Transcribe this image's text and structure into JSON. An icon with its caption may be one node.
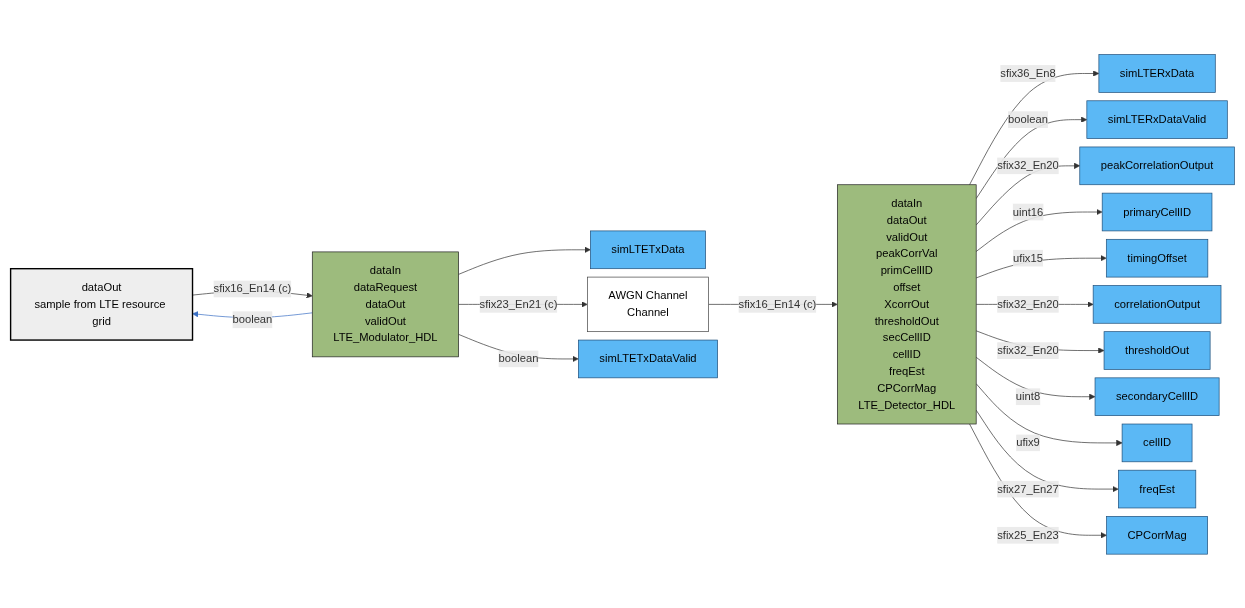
{
  "diagram": {
    "nodes": [
      {
        "text": [
          "dataOut",
          "sample from LTE resource grid"
        ]
      },
      {
        "text": [
          "dataIn",
          "dataRequest",
          "dataOut",
          "validOut",
          "LTE_Modulator_HDL"
        ]
      },
      {
        "text": [
          "simLTETxData"
        ]
      },
      {
        "text": [
          "AWGN Channel",
          "Channel"
        ]
      },
      {
        "text": [
          "simLTETxDataValid"
        ]
      },
      {
        "text": [
          "dataIn",
          "dataOut",
          "validOut",
          "peakCorrVal",
          "primCellID",
          "offset",
          "XcorrOut",
          "thresholdOut",
          "secCellID",
          "cellID",
          "freqEst",
          "CPCorrMag",
          "LTE_Detector_HDL"
        ]
      },
      {
        "text": [
          "simLTERxData"
        ]
      },
      {
        "text": [
          "simLTERxDataValid"
        ]
      },
      {
        "text": [
          "peakCorrelationOutput"
        ]
      },
      {
        "text": [
          "primaryCellID"
        ]
      },
      {
        "text": [
          "timingOffset"
        ]
      },
      {
        "text": [
          "correlationOutput"
        ]
      },
      {
        "text": [
          "thresholdOut"
        ]
      },
      {
        "text": [
          "secondaryCellID"
        ]
      },
      {
        "text": [
          "cellID"
        ]
      },
      {
        "text": [
          "freqEst"
        ]
      },
      {
        "text": [
          "CPCorrMag"
        ]
      }
    ],
    "edges": [
      {
        "from": 0,
        "to": 1,
        "arrow": "to",
        "label": "sfix16_En14 (c)"
      },
      {
        "from": 1,
        "to": 0,
        "arrow": "to",
        "label": "boolean",
        "color": "#3a6fc4"
      },
      {
        "from": 1,
        "to": 2,
        "arrow": "to"
      },
      {
        "from": 1,
        "to": 3,
        "arrow": "to",
        "label": "sfix23_En21 (c)"
      },
      {
        "from": 1,
        "to": 4,
        "arrow": "to",
        "label": "boolean"
      },
      {
        "from": 3,
        "to": 5,
        "arrow": "to",
        "label": "sfix16_En14 (c)"
      },
      {
        "from": 5,
        "to": 6,
        "arrow": "to",
        "label": "sfix36_En8"
      },
      {
        "from": 5,
        "to": 7,
        "arrow": "to",
        "label": "boolean"
      },
      {
        "from": 5,
        "to": 8,
        "arrow": "to",
        "label": "sfix32_En20"
      },
      {
        "from": 5,
        "to": 9,
        "arrow": "to",
        "label": "uint16"
      },
      {
        "from": 5,
        "to": 10,
        "arrow": "to",
        "label": "ufix15"
      },
      {
        "from": 5,
        "to": 11,
        "arrow": "to",
        "label": "sfix32_En20"
      },
      {
        "from": 5,
        "to": 12,
        "arrow": "to",
        "label": "sfix32_En20"
      },
      {
        "from": 5,
        "to": 13,
        "arrow": "to",
        "label": "uint8"
      },
      {
        "from": 5,
        "to": 14,
        "arrow": "to",
        "label": "ufix9"
      },
      {
        "from": 5,
        "to": 15,
        "arrow": "to",
        "label": "sfix27_En27"
      },
      {
        "from": 5,
        "to": 16,
        "arrow": "to",
        "label": "sfix25_En23"
      }
    ]
  }
}
